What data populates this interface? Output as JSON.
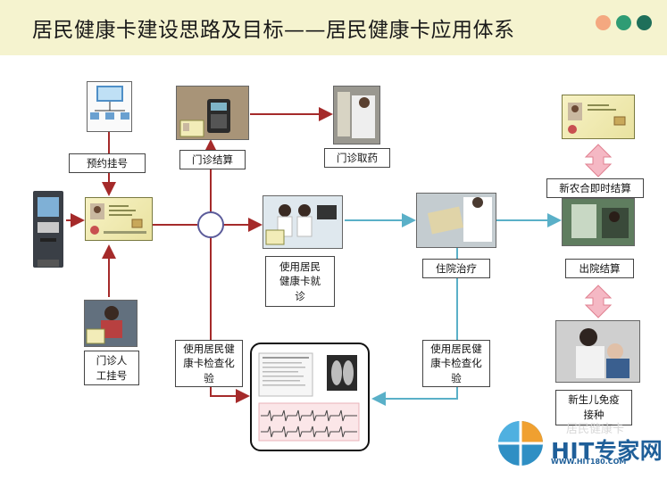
{
  "title": "居民健康卡建设思路及目标——居民健康卡应用体系",
  "header_dot_colors": [
    "#f4a880",
    "#2f9c74",
    "#1f6f5a"
  ],
  "line_colors": {
    "outpatient": "#a52a2a",
    "inpatient": "#5ab0c8",
    "arrow_pink": "#f0a0b0"
  },
  "labels": {
    "appointment": "预约挂号",
    "outpatient_settlement": "门诊结算",
    "outpatient_pharmacy": "门诊取药",
    "use_card_visit": "使用居民健康卡就诊",
    "inpatient_treatment": "住院治疗",
    "ncms_settlement": "新农合即时结算",
    "discharge_settlement": "出院结算",
    "manual_registration": "门诊人工挂号",
    "exam_test_left": "使用居民健康卡检查化验",
    "exam_test_right": "使用居民健康卡检查化验",
    "newborn_vaccination": "新生儿免疫接种"
  },
  "watermark": {
    "brand": "HIT专家网",
    "url": "WWW.HIT180.COM",
    "ghost_text": "居民健康卡"
  }
}
